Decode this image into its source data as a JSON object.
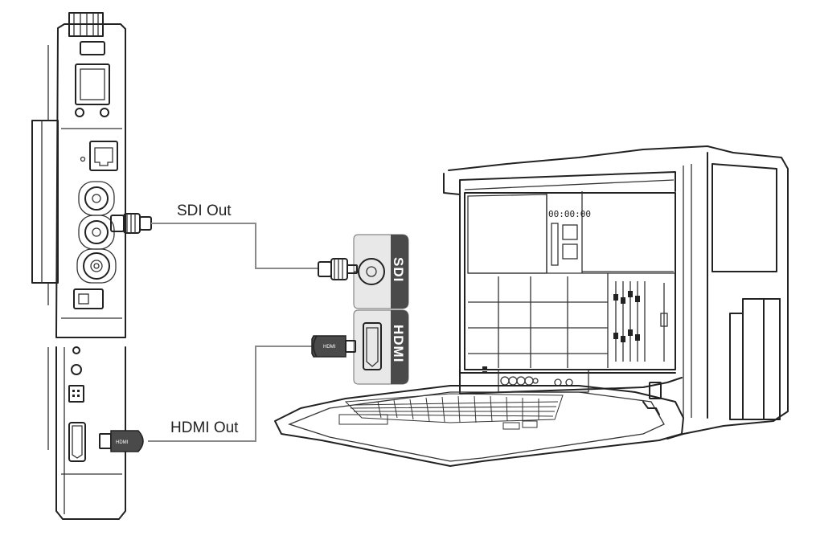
{
  "labels": {
    "sdi_out": "SDI Out",
    "hdmi_out": "HDMI Out",
    "sdi_port": "SDI",
    "hdmi_port": "HDMI",
    "plug_hdmi_text": "HDMI",
    "timecode": "00:00:00"
  },
  "colors": {
    "line": "#222222",
    "cable": "#8a8a8a",
    "tab_dark": "#4a4a4a",
    "panel_fill": "#e6e6e6"
  },
  "icons": [
    "bnc-connector-icon",
    "hdmi-connector-icon",
    "ethernet-port-icon",
    "usb-port-icon"
  ]
}
